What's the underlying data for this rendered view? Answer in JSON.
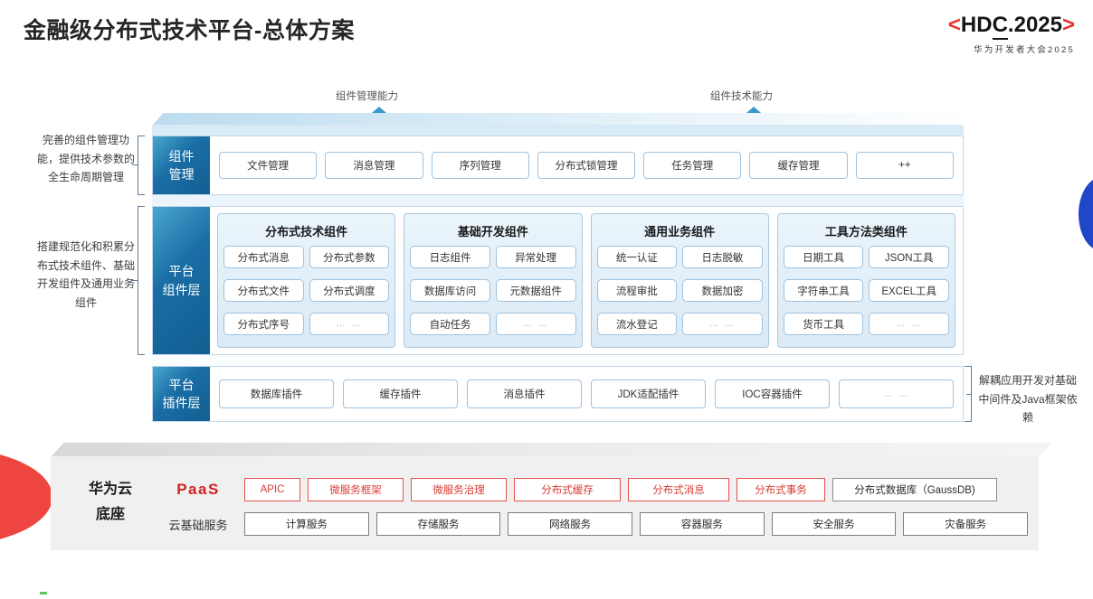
{
  "header": {
    "title": "金融级分布式技术平台-总体方案",
    "logo_main_prefix": "<",
    "logo_main_a": "HD",
    "logo_main_b": "C",
    "logo_main_c": ".2025",
    "logo_main_suffix": ">",
    "logo_sub": "华为开发者大会2025"
  },
  "arrows": [
    {
      "label": "组件管理能力"
    },
    {
      "label": "组件技术能力"
    }
  ],
  "side_notes": {
    "left_top": "完善的组件管理功能，提供技术参数的全生命周期管理",
    "left_bottom": "搭建规范化和积累分布式技术组件、基础开发组件及通用业务组件",
    "right": "解耦应用开发对基础中间件及Java框架依赖"
  },
  "layers": {
    "management": {
      "label_line1": "组件",
      "label_line2": "管理",
      "items": [
        "文件管理",
        "消息管理",
        "序列管理",
        "分布式锁管理",
        "任务管理",
        "缓存管理",
        "++"
      ]
    },
    "component": {
      "label_line1": "平台",
      "label_line2": "组件层",
      "groups": [
        {
          "title": "分布式技术组件",
          "items": [
            "分布式消息",
            "分布式参数",
            "分布式文件",
            "分布式调度",
            "分布式序号",
            "… …"
          ]
        },
        {
          "title": "基础开发组件",
          "items": [
            "日志组件",
            "异常处理",
            "数据库访问",
            "元数据组件",
            "自动任务",
            "… …"
          ]
        },
        {
          "title": "通用业务组件",
          "items": [
            "统一认证",
            "日志脱敏",
            "流程审批",
            "数据加密",
            "流水登记",
            "… …"
          ]
        },
        {
          "title": "工具方法类组件",
          "items": [
            "日期工具",
            "JSON工具",
            "字符串工具",
            "EXCEL工具",
            "货币工具",
            "… …"
          ]
        }
      ]
    },
    "plugin": {
      "label_line1": "平台",
      "label_line2": "插件层",
      "items": [
        "数据库插件",
        "缓存插件",
        "消息插件",
        "JDK适配插件",
        "IOC容器插件",
        "… …"
      ]
    }
  },
  "base": {
    "title_line1": "华为云",
    "title_line2": "底座",
    "paas_tag": "PaaS",
    "paas_items": [
      {
        "label": "APIC",
        "style": "red"
      },
      {
        "label": "微服务框架",
        "style": "red"
      },
      {
        "label": "微服务治理",
        "style": "red"
      },
      {
        "label": "分布式缓存",
        "style": "red"
      },
      {
        "label": "分布式消息",
        "style": "red"
      },
      {
        "label": "分布式事务",
        "style": "red"
      },
      {
        "label": "分布式数据库（GaussDB)",
        "style": "gray"
      }
    ],
    "cloud_tag": "云基础服务",
    "cloud_items": [
      "计算服务",
      "存储服务",
      "网络服务",
      "容器服务",
      "安全服务",
      "灾备服务"
    ]
  },
  "colors": {
    "accent_red": "#e8332f",
    "accent_blue": "#1a6ea5",
    "paas_red": "#cf2222",
    "lens_blue": "#1f47c8"
  }
}
